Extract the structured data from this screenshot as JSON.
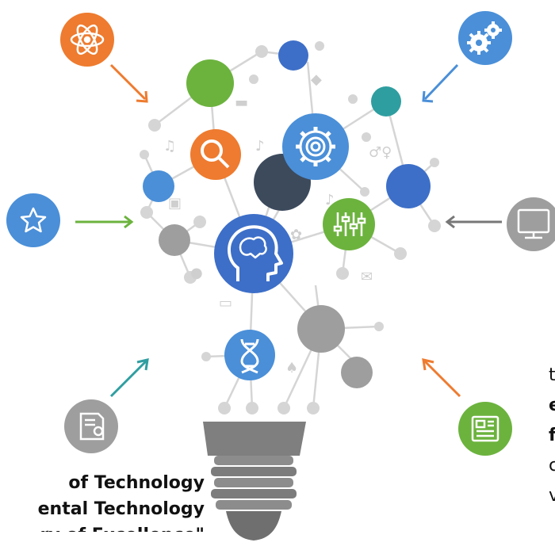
{
  "diagram": {
    "center_icon": "head-brain-icon",
    "colors": {
      "orange": "#ee7b2f",
      "blue": "#4a8fd8",
      "green": "#6cb33e",
      "teal": "#2f9ea0",
      "gray": "#9e9e9e",
      "dark_slate": "#3c4a5c",
      "navy_blue": "#3d6fc8",
      "light_line": "#d5d5d5"
    },
    "outer_icons": [
      {
        "name": "atom-icon",
        "color": "orange"
      },
      {
        "name": "gears-icon",
        "color": "blue"
      },
      {
        "name": "star-icon",
        "color": "blue"
      },
      {
        "name": "monitor-icon",
        "color": "gray"
      },
      {
        "name": "certificate-icon",
        "color": "gray"
      },
      {
        "name": "newspaper-icon",
        "color": "green"
      }
    ],
    "inner_icons": [
      "magnifier-icon",
      "gear-icon",
      "sliders-icon",
      "dna-icon",
      "head-brain-icon"
    ]
  },
  "caption_left": {
    "line1": "of Technology",
    "line2": "ental Technology",
    "line3": "ry of Excellence\""
  },
  "caption_right": {
    "line1": "t",
    "line2": "e",
    "line3": "f",
    "line4": "c",
    "line5": "v"
  }
}
